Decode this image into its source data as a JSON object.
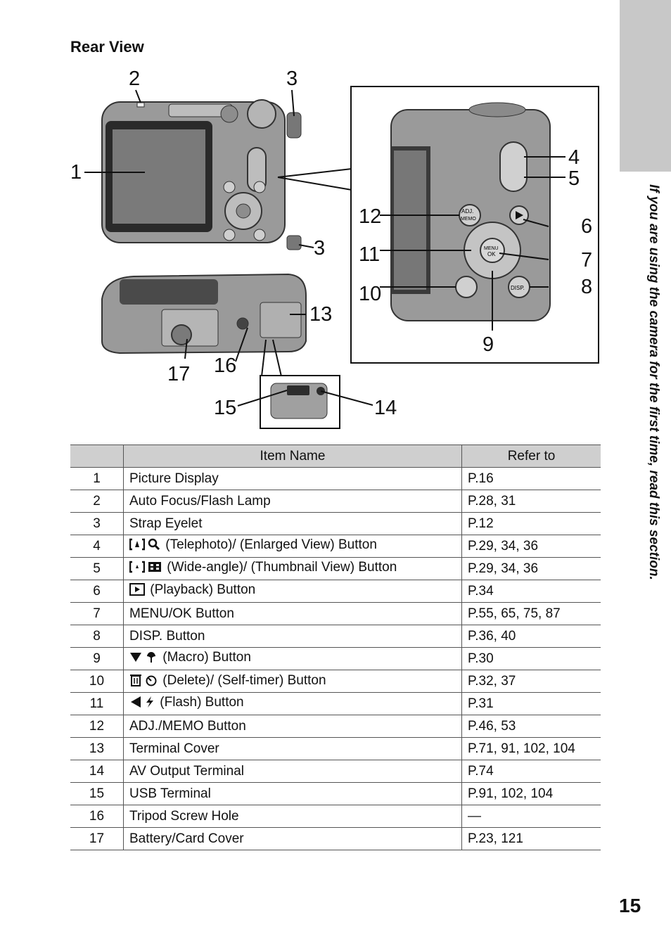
{
  "side_tab": {
    "text": "If you are using the camera for the first time, read this section."
  },
  "section_title": "Rear View",
  "figure": {
    "callouts": [
      "1",
      "2",
      "3",
      "3",
      "4",
      "5",
      "6",
      "7",
      "8",
      "9",
      "10",
      "11",
      "12",
      "13",
      "14",
      "15",
      "16",
      "17"
    ],
    "button_labels": {
      "adj": "ADJ.",
      "memo": "MEMO",
      "menu": "MENU",
      "ok": "OK",
      "disp": "DISP."
    }
  },
  "table": {
    "headers": [
      "",
      "Item Name",
      "Refer to"
    ],
    "rows": [
      {
        "num": "1",
        "icons": [],
        "name": "Picture Display",
        "ref": "P.16"
      },
      {
        "num": "2",
        "icons": [],
        "name": "Auto Focus/Flash Lamp",
        "ref": "P.28, 31"
      },
      {
        "num": "3",
        "icons": [],
        "name": "Strap Eyelet",
        "ref": "P.12"
      },
      {
        "num": "4",
        "icons": [
          "telephoto-icon",
          "magnify-icon"
        ],
        "name": "(Telephoto)/ (Enlarged View) Button",
        "ref": "P.29, 34, 36"
      },
      {
        "num": "5",
        "icons": [
          "wide-angle-icon",
          "thumbnail-icon"
        ],
        "name": "(Wide-angle)/ (Thumbnail View) Button",
        "ref": "P.29, 34, 36"
      },
      {
        "num": "6",
        "icons": [
          "playback-icon"
        ],
        "name": "(Playback) Button",
        "ref": "P.34"
      },
      {
        "num": "7",
        "icons": [],
        "name": "MENU/OK Button",
        "ref": "P.55, 65, 75, 87"
      },
      {
        "num": "8",
        "icons": [],
        "name": "DISP. Button",
        "ref": "P.36, 40"
      },
      {
        "num": "9",
        "icons": [
          "down-arrow-icon",
          "macro-icon"
        ],
        "name": "(Macro) Button",
        "ref": "P.30"
      },
      {
        "num": "10",
        "icons": [
          "delete-icon",
          "self-timer-icon"
        ],
        "name": "(Delete)/ (Self-timer) Button",
        "ref": "P.32, 37"
      },
      {
        "num": "11",
        "icons": [
          "left-arrow-icon",
          "flash-icon"
        ],
        "name": "(Flash) Button",
        "ref": "P.31"
      },
      {
        "num": "12",
        "icons": [],
        "name": "ADJ./MEMO Button",
        "ref": "P.46, 53"
      },
      {
        "num": "13",
        "icons": [],
        "name": "Terminal Cover",
        "ref": "P.71, 91, 102, 104"
      },
      {
        "num": "14",
        "icons": [],
        "name": "AV Output Terminal",
        "ref": "P.74"
      },
      {
        "num": "15",
        "icons": [],
        "name": "USB Terminal",
        "ref": "P.91, 102, 104"
      },
      {
        "num": "16",
        "icons": [],
        "name": "Tripod Screw Hole",
        "ref": "—"
      },
      {
        "num": "17",
        "icons": [],
        "name": "Battery/Card Cover",
        "ref": "P.23, 121"
      }
    ]
  },
  "page_number": "15"
}
